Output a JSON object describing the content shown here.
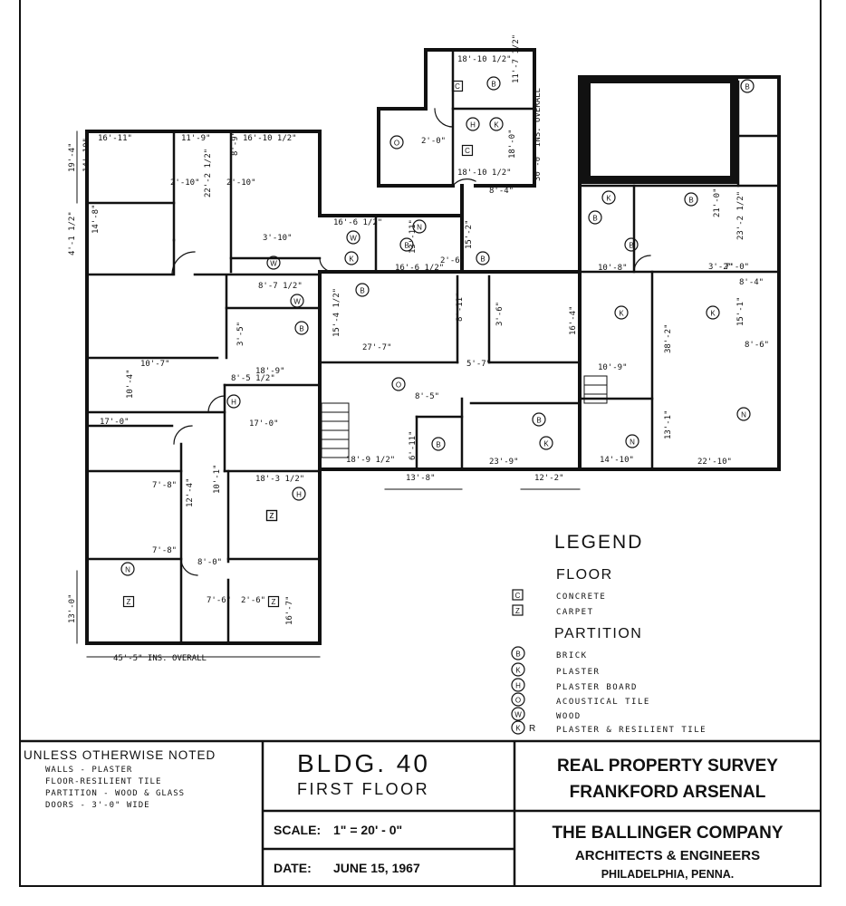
{
  "plan": {
    "dimensions": [
      "16'-11\"",
      "11'-9\"",
      "16'-10 1/2\"",
      "8'-9\"",
      "2'-10\"",
      "22'-2 1/2\"",
      "2'-10\"",
      "19'-4\"",
      "14'-10\"",
      "14'-8\"",
      "4'-1 1/2\"",
      "3'-10\"",
      "8'-7 1/2\"",
      "3'-5\"",
      "8'-5 1/2\"",
      "16'-6 1/2\"",
      "16'-6 1/2\"",
      "13'-11\"",
      "2'-6\"",
      "15'-2\"",
      "8'-11\"",
      "18'-10 1/2\"",
      "11'-7 1/2\"",
      "30'-0\" INS. OVERALL",
      "18'-0\"",
      "18'-10 1/2\"",
      "8'-4\"",
      "2'-0\"",
      "15'-4 1/2\"",
      "27'-7\"",
      "16'-4\"",
      "3'-6\"",
      "5'-7\"",
      "8'-5\"",
      "23'-9\"",
      "14'-10\"",
      "22'-10\"",
      "18'-9\"",
      "17'-0\"",
      "17'-0\"",
      "10'-7\"",
      "10'-4\"",
      "18'-9 1/2\"",
      "6'-11\"",
      "12'-4\"",
      "10'-1\"",
      "18'-3 1/2\"",
      "7'-8\"",
      "7'-8\"",
      "8'-0\"",
      "7'-6\"",
      "2'-6\"",
      "16'-7\"",
      "13'-0\"",
      "13'-8\"",
      "12'-2\"",
      "21'-0\"",
      "23'-2 1/2\"",
      "3'-2\"",
      "7'-0\"",
      "8'-4\"",
      "15'-1\"",
      "8'-6\"",
      "10'-8\"",
      "10'-9\"",
      "13'-1\"",
      "38'-2\""
    ],
    "overall_width": "45'-5\" INS. OVERALL",
    "partition_marks": [
      "B",
      "K",
      "H",
      "O",
      "W",
      "N",
      "B",
      "K",
      "B",
      "W",
      "B",
      "W",
      "B",
      "K",
      "K",
      "K",
      "B",
      "B",
      "B",
      "B",
      "O",
      "B",
      "B",
      "K",
      "N",
      "N",
      "H",
      "H",
      "N"
    ],
    "floor_marks": [
      "C",
      "C",
      "Z",
      "Z",
      "Z",
      "Z"
    ]
  },
  "legend": {
    "title": "LEGEND",
    "floor_heading": "FLOOR",
    "floor_items": [
      {
        "symbol": "C",
        "label": "CONCRETE"
      },
      {
        "symbol": "Z",
        "label": "CARPET"
      }
    ],
    "partition_heading": "PARTITION",
    "partition_items": [
      {
        "symbol": "B",
        "label": "BRICK"
      },
      {
        "symbol": "K",
        "label": "PLASTER"
      },
      {
        "symbol": "H",
        "label": "PLASTER BOARD"
      },
      {
        "symbol": "O",
        "label": "ACOUSTICAL TILE"
      },
      {
        "symbol": "W",
        "label": "WOOD"
      },
      {
        "symbol": "K",
        "label": "PLASTER & RESILIENT TILE",
        "suffix": "R"
      }
    ]
  },
  "title_block": {
    "notes_heading": "UNLESS OTHERWISE NOTED",
    "notes": [
      "WALLS - PLASTER",
      "FLOOR-RESILIENT TILE",
      "PARTITION - WOOD & GLASS",
      "DOORS - 3'-0\" WIDE"
    ],
    "building": "BLDG. 40",
    "floor": "FIRST FLOOR",
    "scale_label": "SCALE:",
    "scale_value": "1\" = 20' - 0\"",
    "date_label": "DATE:",
    "date_value": "JUNE 15, 1967",
    "survey_line1": "REAL PROPERTY SURVEY",
    "survey_line2": "FRANKFORD ARSENAL",
    "company": "THE BALLINGER COMPANY",
    "company_sub": "ARCHITECTS & ENGINEERS",
    "city": "PHILADELPHIA, PENNA."
  }
}
